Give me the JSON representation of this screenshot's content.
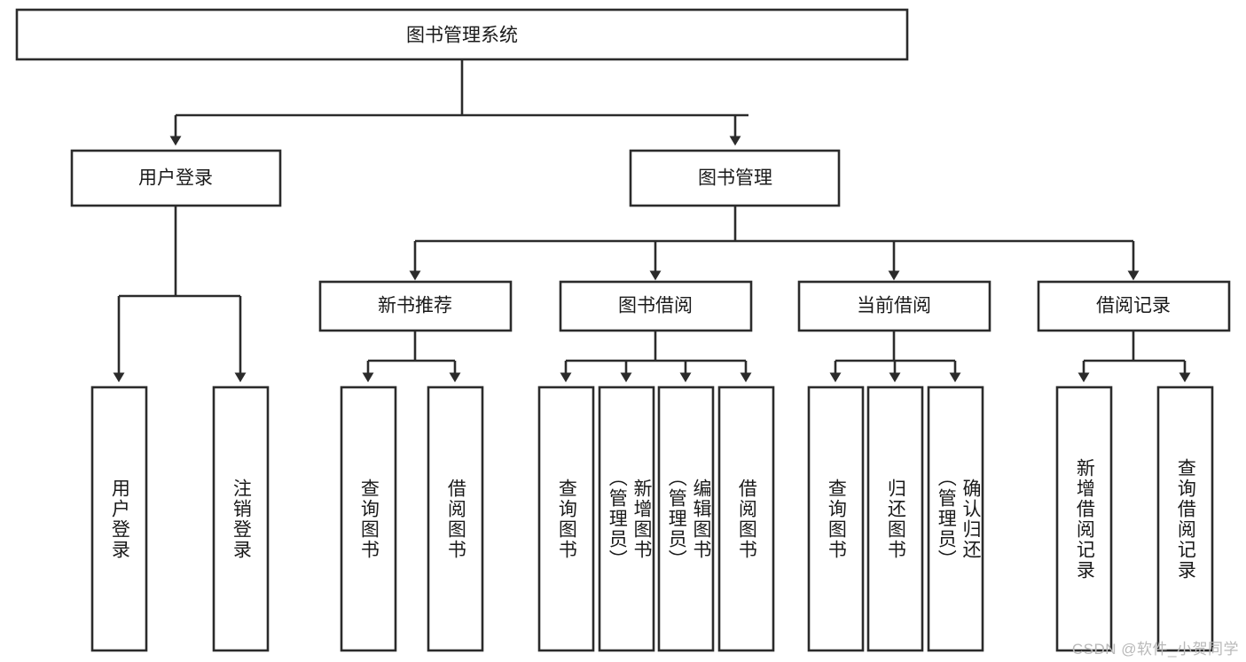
{
  "diagram": {
    "title": "图书管理系统",
    "type": "tree-hierarchy-chart",
    "root": {
      "label": "图书管理系统"
    },
    "level2": [
      {
        "label": "用户登录"
      },
      {
        "label": "图书管理"
      }
    ],
    "level3": [
      {
        "label": "新书推荐"
      },
      {
        "label": "图书借阅"
      },
      {
        "label": "当前借阅"
      },
      {
        "label": "借阅记录"
      }
    ],
    "leaves": {
      "user_login": [
        {
          "label": "用户登录"
        },
        {
          "label": "注销登录"
        }
      ],
      "new_book_recommend": [
        {
          "label": "查询图书"
        },
        {
          "label": "借阅图书"
        }
      ],
      "book_borrow": [
        {
          "label": "查询图书"
        },
        {
          "label": "新增图书\n（管理员）"
        },
        {
          "label": "编辑图书\n（管理员）"
        },
        {
          "label": "借阅图书"
        }
      ],
      "current_borrow": [
        {
          "label": "查询图书"
        },
        {
          "label": "归还图书"
        },
        {
          "label": "确认归还\n（管理员）"
        }
      ],
      "borrow_record": [
        {
          "label": "新增借阅记录"
        },
        {
          "label": "查询借阅记录"
        }
      ]
    }
  },
  "watermark": {
    "text": "CSDN @软件_小贺同学"
  },
  "colors": {
    "stroke": "#2b2b2b",
    "fill": "#ffffff",
    "text": "#1a1a1a",
    "watermark": "#b9b9b9"
  }
}
